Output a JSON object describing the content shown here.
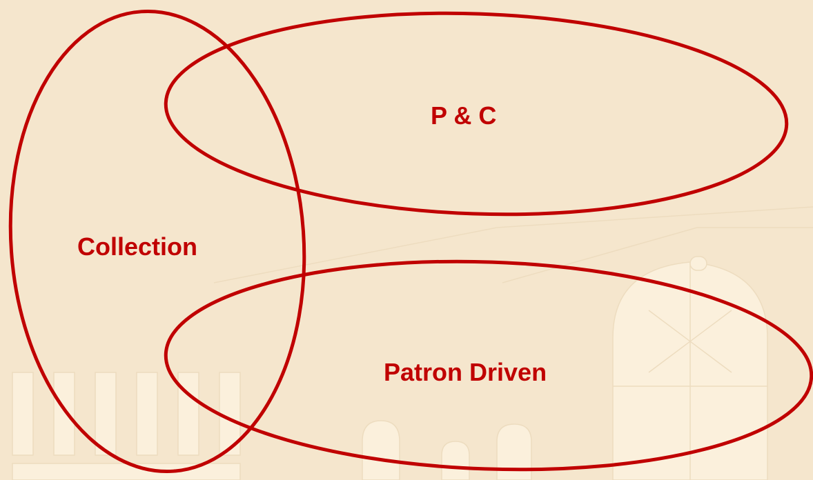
{
  "diagram": {
    "labels": {
      "collection": "Collection",
      "pc": "P & C",
      "patron": "Patron Driven"
    },
    "colors": {
      "background": "#f5e6cd",
      "ellipse_stroke": "#c00000",
      "label": "#c00000",
      "background_art": "#fbf0dc"
    }
  }
}
